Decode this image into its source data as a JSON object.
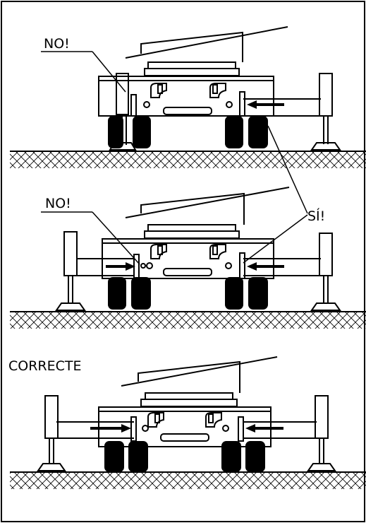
{
  "labels": {
    "no_top": "NO!",
    "no_middle": "NO!",
    "si": "SÍ!",
    "correct": "CORRECTE"
  },
  "panels": [
    {
      "id": "top",
      "verdict": "incorrect"
    },
    {
      "id": "middle",
      "verdict": "incorrect-and-correct"
    },
    {
      "id": "bottom",
      "verdict": "correct"
    }
  ]
}
